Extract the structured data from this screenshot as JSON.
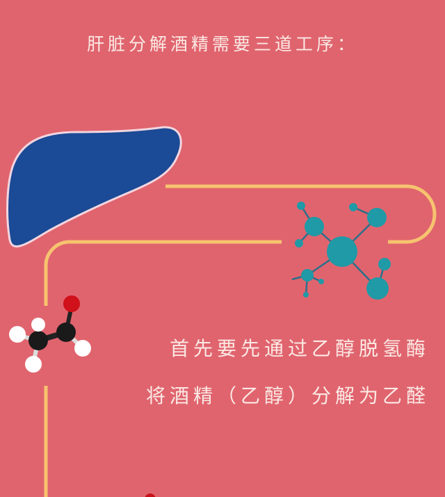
{
  "title": "肝脏分解酒精需要三道工序：",
  "step1": {
    "line1": "首先要先通过乙醇脱氢酶",
    "line2": "将酒精（乙醇）分解为乙醛"
  },
  "colors": {
    "background": "#e0646e",
    "path": "#f7c36f",
    "liver": "#1b4a96",
    "molecule": "#1f9aa6"
  }
}
